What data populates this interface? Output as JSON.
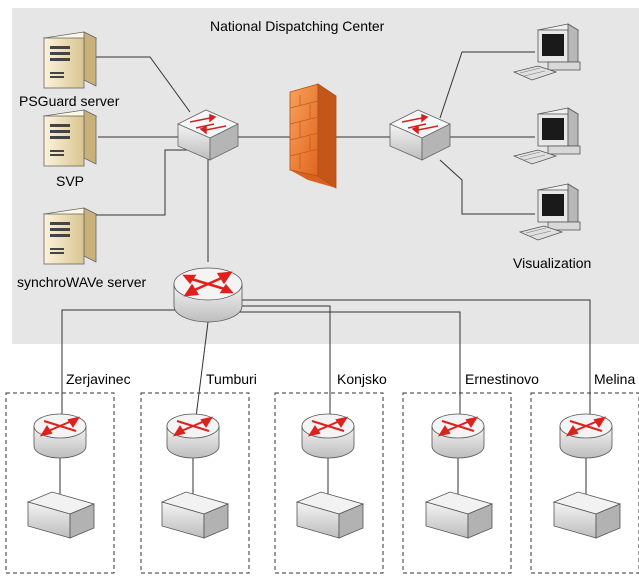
{
  "center": {
    "title": "National Dispatching Center",
    "servers": [
      {
        "label": "PSGuard server"
      },
      {
        "label": "SVP"
      },
      {
        "label": "synchroWAVe server"
      }
    ],
    "workstations_label": "Visualization",
    "firewall_icon": "firewall-icon",
    "switch_icon": "network-switch-icon",
    "router_icon": "router-icon"
  },
  "substations": [
    {
      "label": "Zerjavinec"
    },
    {
      "label": "Tumburi"
    },
    {
      "label": "Konjsko"
    },
    {
      "label": "Ernestinovo"
    },
    {
      "label": "Melina"
    }
  ],
  "colors": {
    "center_background": "#e6e6e6",
    "firewall": "#f28a3c",
    "router_arrows": "#e0201c",
    "device_body": "#e4e4e4",
    "server_body": "#f3e7c4"
  }
}
